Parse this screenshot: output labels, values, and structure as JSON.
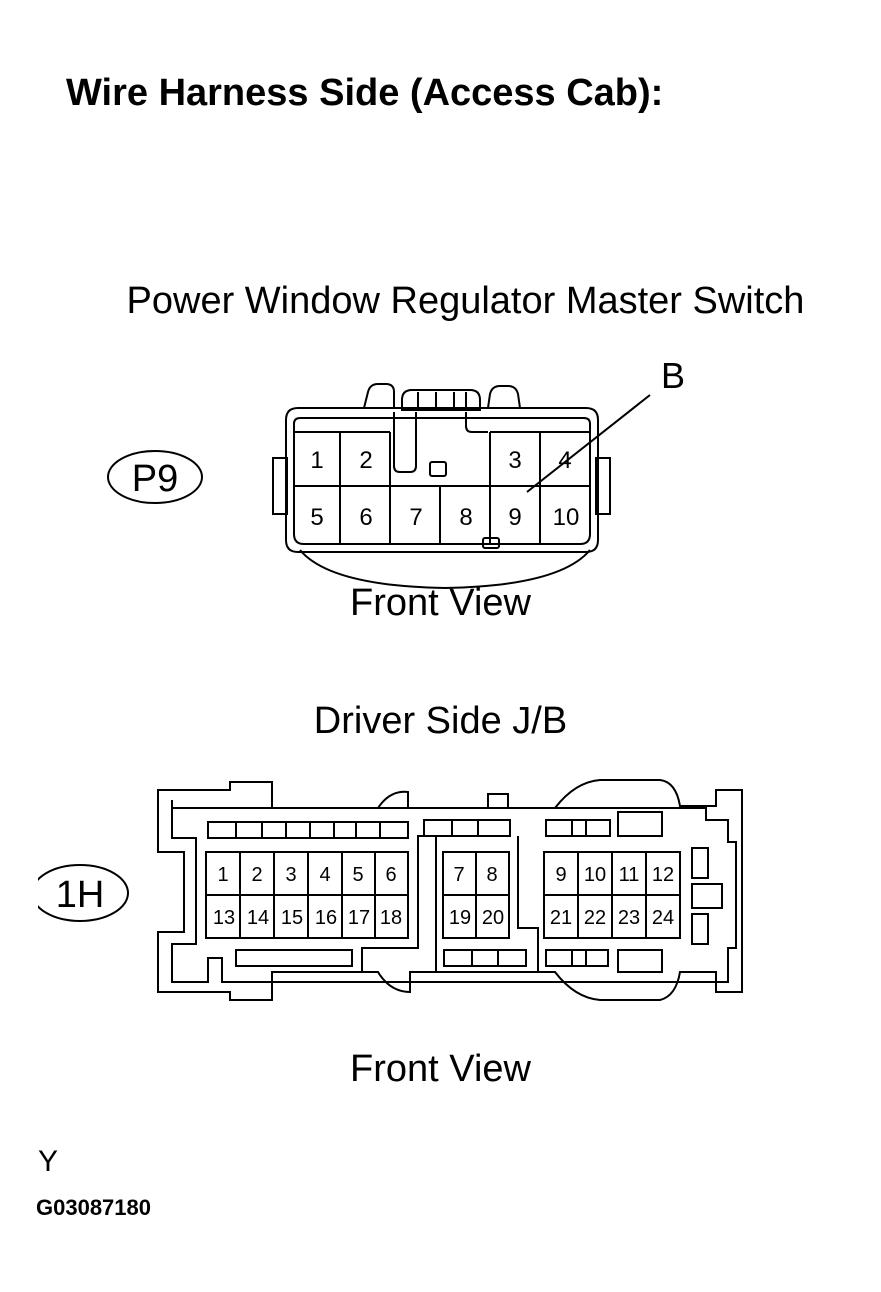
{
  "title": "Wire Harness Side (Access Cab):",
  "connector_p9": {
    "component": "Power Window Regulator Master Switch",
    "code": "P9",
    "callout": "B",
    "view": "Front View",
    "pins_top": [
      "1",
      "2",
      "3",
      "4"
    ],
    "pins_bottom": [
      "5",
      "6",
      "7",
      "8",
      "9",
      "10"
    ]
  },
  "connector_1h": {
    "component": "Driver Side J/B",
    "code": "1H",
    "view": "Front View",
    "pins_top": [
      "1",
      "2",
      "3",
      "4",
      "5",
      "6",
      "7",
      "8",
      "9",
      "10",
      "11",
      "12"
    ],
    "pins_bottom": [
      "13",
      "14",
      "15",
      "16",
      "17",
      "18",
      "19",
      "20",
      "21",
      "22",
      "23",
      "24"
    ]
  },
  "footer": {
    "letter": "Y",
    "figure_id": "G03087180"
  }
}
